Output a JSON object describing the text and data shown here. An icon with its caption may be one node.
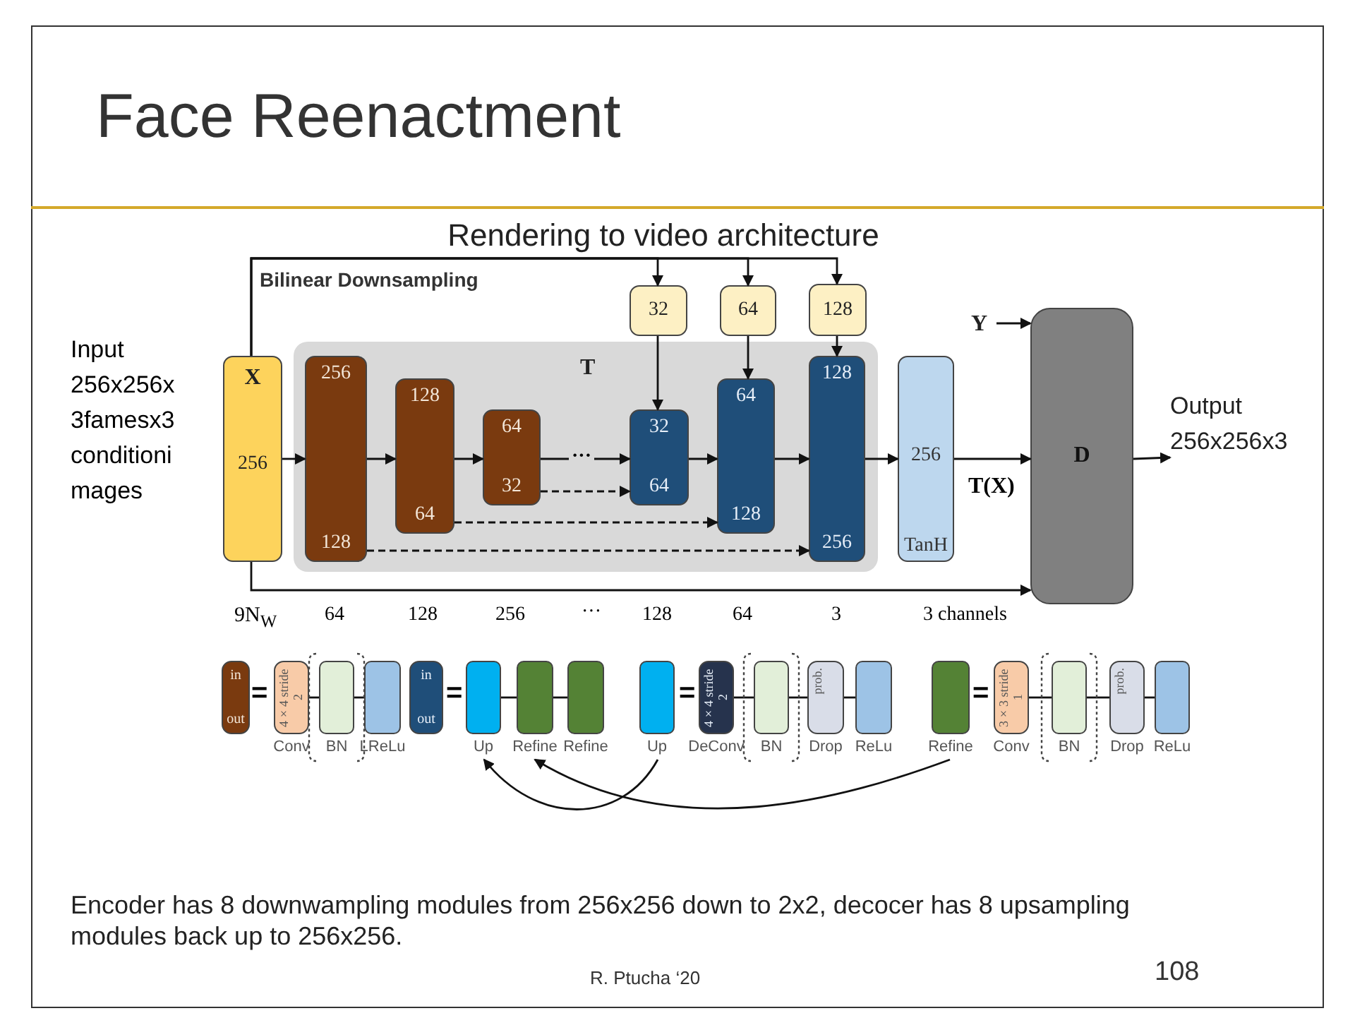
{
  "diagram": {
    "title": "Face Reenactment",
    "caption": "Encoder has 8 downwampling modules from 256x256 down to 2x2, decocer has 8 upsampling modules back up to 256x256.",
    "nodes": [
      {
        "text": [
          "X",
          "256"
        ]
      },
      {
        "text": [
          "T"
        ]
      },
      {
        "text": [
          "256",
          "128"
        ],
        "in": 1
      },
      {
        "text": [
          "128",
          "64"
        ],
        "in": 1
      },
      {
        "text": [
          "64",
          "32"
        ],
        "in": 1
      },
      {
        "text": [
          "32",
          "64"
        ],
        "in": 1
      },
      {
        "text": [
          "64",
          "128"
        ],
        "in": 1
      },
      {
        "text": [
          "128",
          "256"
        ],
        "in": 1
      },
      {
        "text": [
          "32"
        ]
      },
      {
        "text": [
          "64"
        ]
      },
      {
        "text": [
          "128"
        ]
      },
      {
        "text": [
          "256",
          "TanH"
        ]
      },
      {
        "text": [
          "Y"
        ]
      },
      {
        "text": [
          "D"
        ]
      },
      {
        "text": [
          "Output 256x256x3"
        ]
      },
      {
        "text": [
          "in",
          "out"
        ]
      },
      {
        "text": [
          "4×4 stride 2"
        ],
        "beside": [
          "Conv"
        ]
      },
      {
        "text": [],
        "shape": "box",
        "beside": [
          "BN"
        ]
      },
      {
        "text": [],
        "shape": "box",
        "beside": [
          "LReLu"
        ]
      },
      {
        "text": [
          "in",
          "out"
        ]
      },
      {
        "text": [],
        "shape": "box",
        "beside": [
          "Up"
        ]
      },
      {
        "text": [],
        "shape": "box",
        "beside": [
          "Refine"
        ]
      },
      {
        "text": [],
        "shape": "box",
        "beside": [
          "Refine"
        ]
      },
      {
        "text": [],
        "shape": "box",
        "beside": [
          "Up"
        ]
      },
      {
        "text": [
          "4×4 stride 2"
        ],
        "beside": [
          "DeConv"
        ]
      },
      {
        "text": [],
        "shape": "box",
        "beside": [
          "BN"
        ]
      },
      {
        "text": [
          "prob."
        ],
        "beside": [
          "Drop"
        ]
      },
      {
        "text": [],
        "shape": "box",
        "beside": [
          "ReLu"
        ]
      },
      {
        "text": [],
        "shape": "box",
        "beside": [
          "Refine"
        ]
      },
      {
        "text": [
          "3×3 stride 1"
        ],
        "beside": [
          "Conv"
        ]
      },
      {
        "text": [],
        "shape": "box",
        "beside": [
          "BN"
        ]
      },
      {
        "text": [
          "prob."
        ],
        "beside": [
          "Drop"
        ]
      },
      {
        "text": [],
        "shape": "box",
        "beside": [
          "ReLu"
        ]
      }
    ],
    "edges": [
      {
        "from": 0,
        "to": 8,
        "arrow": "to",
        "label": "Bilinear Downsampling"
      },
      {
        "from": 0,
        "to": 9,
        "arrow": "to"
      },
      {
        "from": 0,
        "to": 10,
        "arrow": "to"
      },
      {
        "from": 0,
        "to": 13,
        "arrow": "to"
      },
      {
        "from": 0,
        "to": 2,
        "arrow": "to"
      },
      {
        "from": 2,
        "to": 3,
        "arrow": "to"
      },
      {
        "from": 3,
        "to": 4,
        "arrow": "to"
      },
      {
        "from": 4,
        "to": 5,
        "arrow": "to",
        "label": "···"
      },
      {
        "from": 5,
        "to": 6,
        "arrow": "to"
      },
      {
        "from": 6,
        "to": 7,
        "arrow": "to"
      },
      {
        "from": 7,
        "to": 11,
        "arrow": "to"
      },
      {
        "from": 11,
        "to": 13,
        "arrow": "to",
        "label": "T(X)"
      },
      {
        "from": 12,
        "to": 13,
        "arrow": "to"
      },
      {
        "from": 13,
        "to": 14,
        "arrow": "to"
      },
      {
        "from": 4,
        "to": 5,
        "arrow": "to",
        "style": "dashed"
      },
      {
        "from": 3,
        "to": 6,
        "arrow": "to",
        "style": "dashed"
      },
      {
        "from": 2,
        "to": 7,
        "arrow": "to",
        "style": "dashed"
      },
      {
        "from": 8,
        "to": 5,
        "arrow": "to"
      },
      {
        "from": 9,
        "to": 6,
        "arrow": "to"
      },
      {
        "from": 10,
        "to": 7,
        "arrow": "to"
      },
      {
        "from": 16,
        "to": 17,
        "arrow": "none"
      },
      {
        "from": 17,
        "to": 18,
        "arrow": "none"
      },
      {
        "from": 20,
        "to": 21,
        "arrow": "none"
      },
      {
        "from": 21,
        "to": 22,
        "arrow": "none"
      },
      {
        "from": 24,
        "to": 25,
        "arrow": "none"
      },
      {
        "from": 25,
        "to": 26,
        "arrow": "none"
      },
      {
        "from": 26,
        "to": 27,
        "arrow": "none"
      },
      {
        "from": 29,
        "to": 30,
        "arrow": "none"
      },
      {
        "from": 30,
        "to": 31,
        "arrow": "none"
      },
      {
        "from": 31,
        "to": 32,
        "arrow": "none"
      },
      {
        "from": 23,
        "to": 20,
        "arrow": "to"
      },
      {
        "from": 28,
        "to": 21,
        "arrow": "to"
      }
    ],
    "labels": [
      "Rendering to video architecture",
      "Input 256x256x 3famesx3 conditioni mages",
      "9N$_{W}$",
      "64",
      "128",
      "256",
      "···",
      "128",
      "64",
      "3",
      "3 channels",
      "=",
      "=",
      "=",
      "=",
      "R. Ptucha ‘20",
      "108"
    ]
  }
}
